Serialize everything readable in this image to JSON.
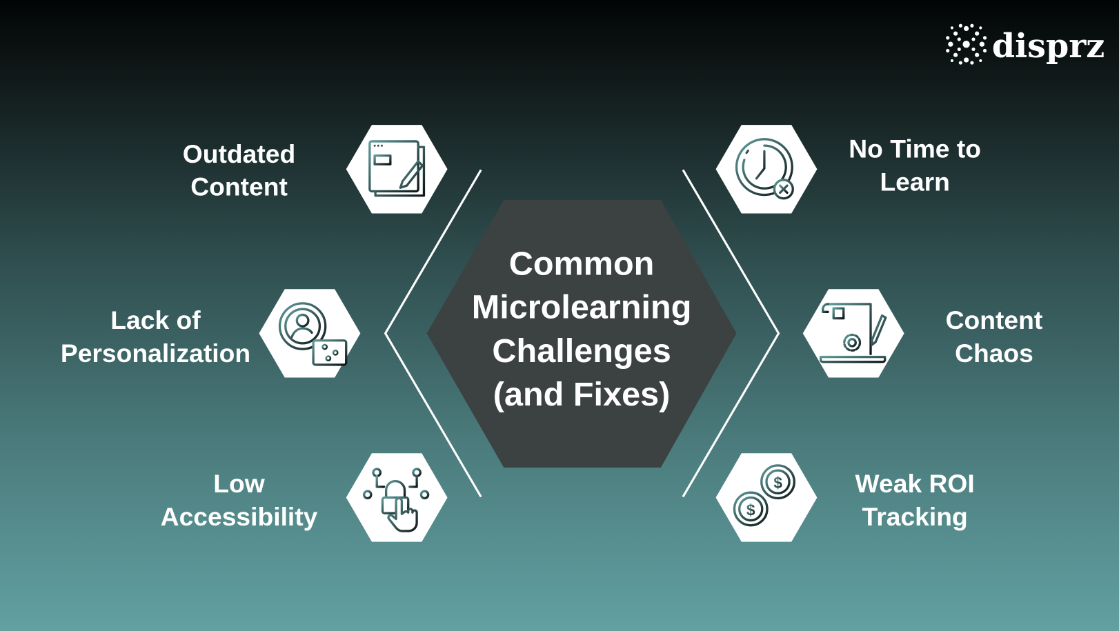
{
  "slide": {
    "background": {
      "top": "#030505",
      "mid": "#2e4c4d",
      "bottom": "#609e9f"
    },
    "brand": {
      "name": "disprz",
      "icon": "disprz-logo-icon"
    },
    "center": {
      "lines": [
        "Common",
        "Microlearning",
        "Challenges",
        "(and Fixes)"
      ],
      "fill": "#3c4142"
    },
    "challenges": {
      "left": [
        {
          "lines": [
            "Outdated",
            "Content"
          ],
          "icon": "web-page-edit-icon"
        },
        {
          "lines": [
            "Lack of",
            "Personalization"
          ],
          "icon": "user-settings-icon"
        },
        {
          "lines": [
            "Low",
            "Accessibility"
          ],
          "icon": "lock-touch-network-icon"
        }
      ],
      "right": [
        {
          "lines": [
            "No Time to",
            "Learn"
          ],
          "icon": "clock-cancel-icon"
        },
        {
          "lines": [
            "Content",
            "Chaos"
          ],
          "icon": "document-gear-pen-icon"
        },
        {
          "lines": [
            "Weak ROI",
            "Tracking"
          ],
          "icon": "dollar-coins-icon"
        }
      ]
    },
    "colors": {
      "icon_light": "#5f9c9c",
      "icon_dark": "#111818",
      "hex_fill": "#ffffff",
      "text": "#ffffff"
    }
  }
}
